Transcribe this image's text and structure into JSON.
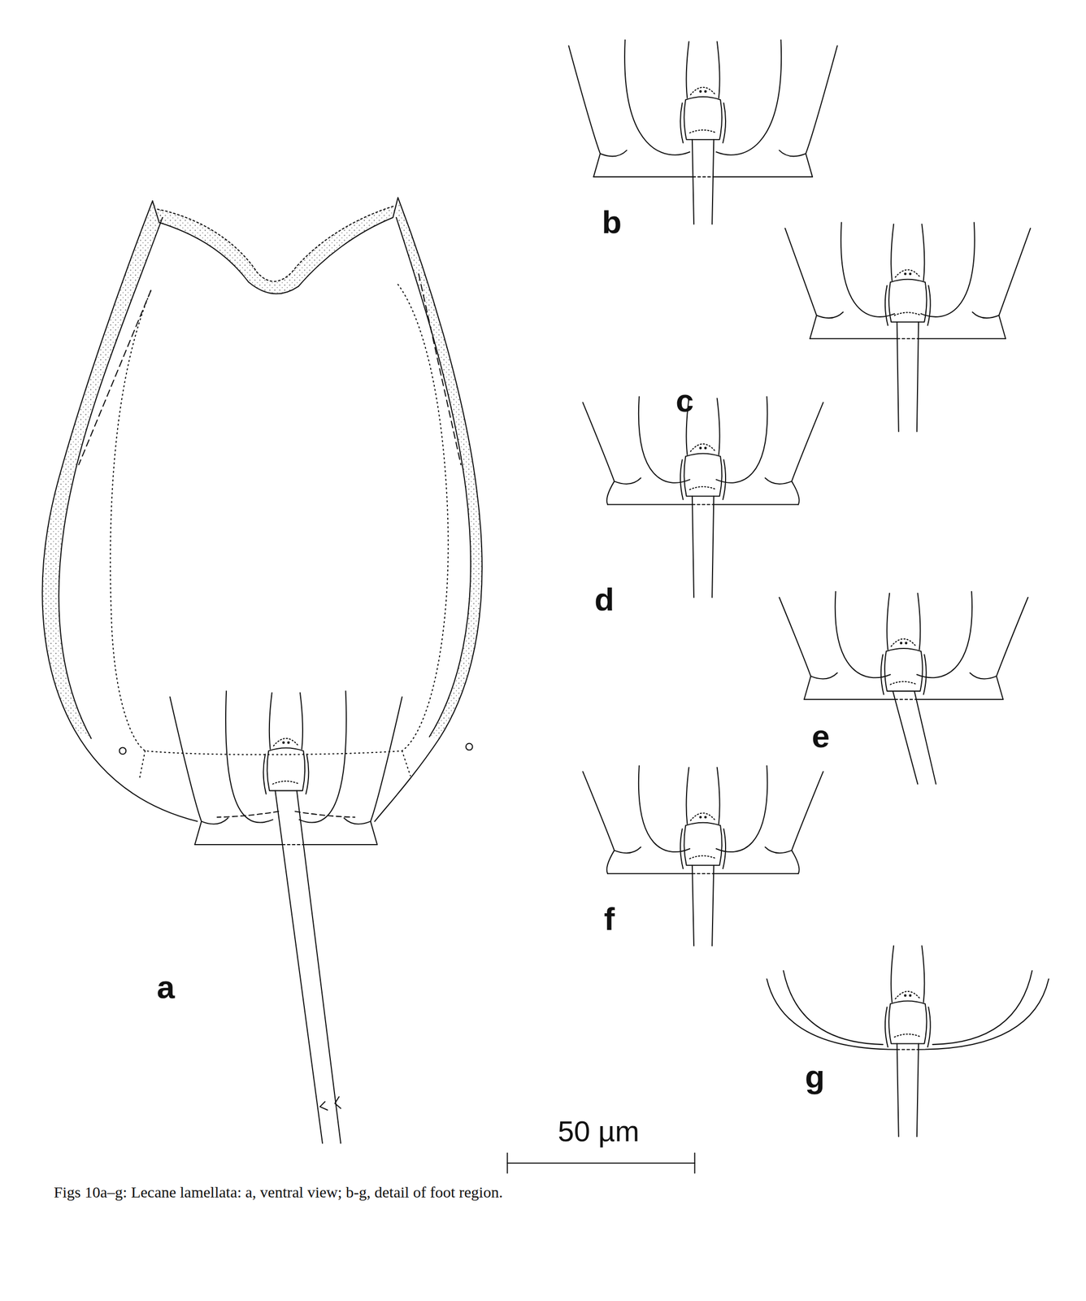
{
  "diagram": {
    "caption": "Figs 10a–g: Lecane lamellata: a, ventral view; b-g, detail of foot region.",
    "labels": [
      "a",
      "b",
      "c",
      "d",
      "e",
      "f",
      "g",
      "50 µm"
    ]
  }
}
